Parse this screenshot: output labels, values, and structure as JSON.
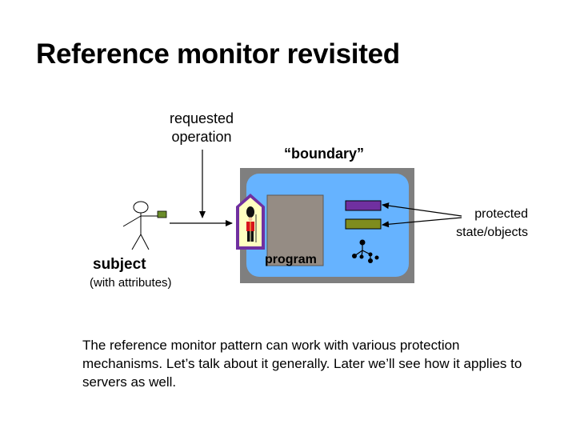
{
  "slide": {
    "title": "Reference monitor revisited",
    "requested_operation": "requested\noperation",
    "boundary_label": "“boundary”",
    "protected_label": "protected\nstate/objects",
    "subject_label": "subject",
    "subject_attributes": "(with attributes)",
    "program_label": "program",
    "caption": "The reference monitor pattern can work with various protection mechanisms.  Let’s talk about it generally.  Later we’ll see how it applies to servers as well."
  },
  "colors": {
    "outer_box": "#7f7f7f",
    "inner_area": "#66b3ff",
    "program_box": "#958c84",
    "bar_purple": "#7030a0",
    "bar_olive": "#7f8c1e",
    "guard_frame": "#7030a0",
    "guard_bg": "#ffffc0",
    "guard_red": "#d8141c"
  },
  "icons": [
    "stick-figure-icon",
    "credential-card-icon",
    "guard-icon",
    "object-graph-icon"
  ]
}
